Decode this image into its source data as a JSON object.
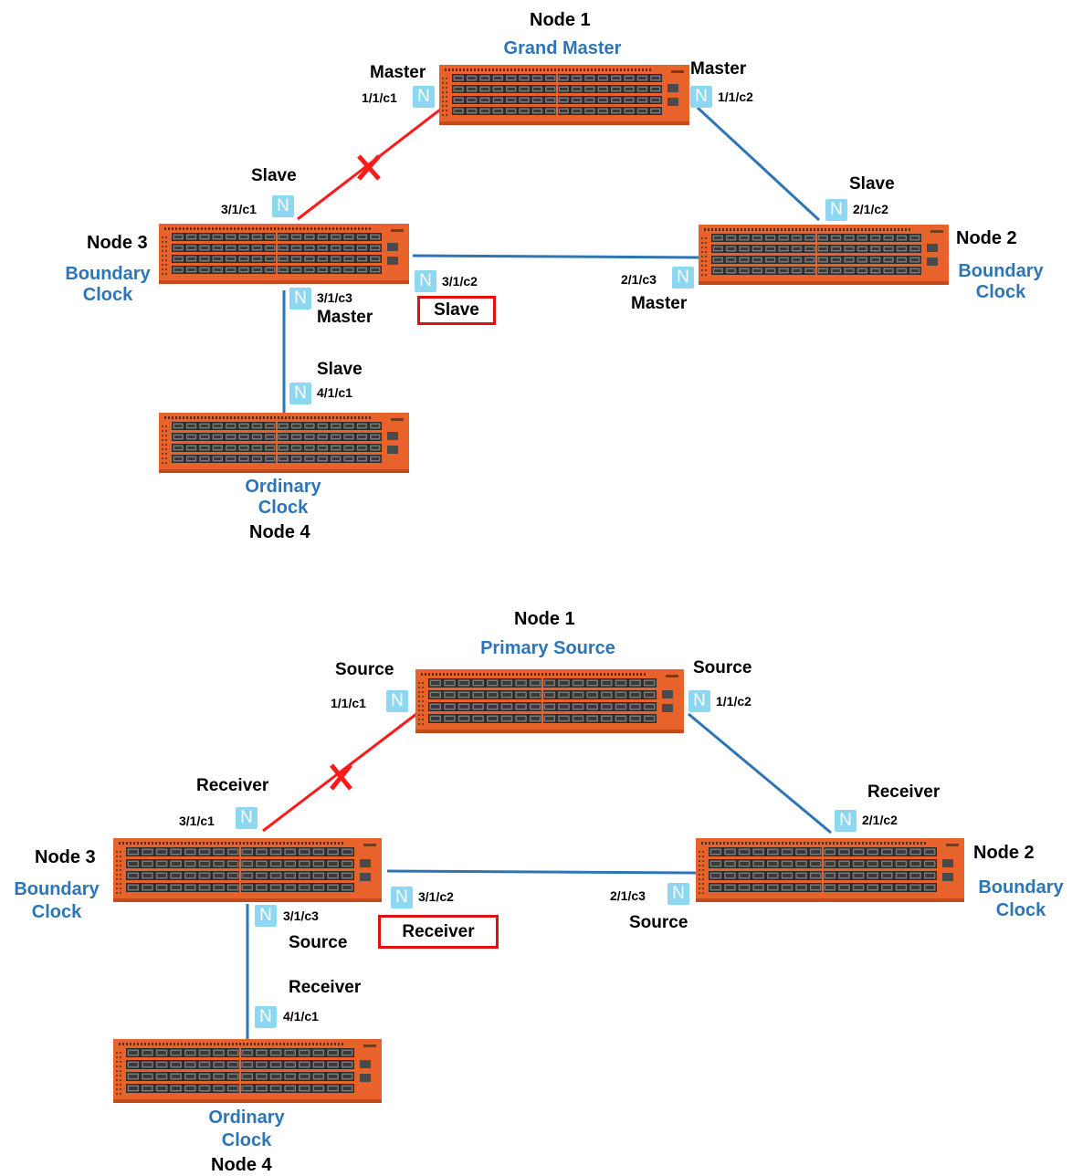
{
  "diagrams": [
    {
      "node1": {
        "name": "Node 1",
        "type": "Grand Master"
      },
      "node2": {
        "name": "Node 2",
        "type_line1": "Boundary",
        "type_line2": "Clock"
      },
      "node3": {
        "name": "Node 3",
        "type_line1": "Boundary",
        "type_line2": "Clock"
      },
      "node4": {
        "name": "Node 4",
        "type_line1": "Ordinary",
        "type_line2": "Clock"
      },
      "ports": {
        "n1_left": {
          "role": "Master",
          "port": "1/1/c1"
        },
        "n1_right": {
          "role": "Master",
          "port": "1/1/c2"
        },
        "n3_top": {
          "role": "Slave",
          "port": "3/1/c1"
        },
        "n2_top": {
          "role": "Slave",
          "port": "2/1/c2"
        },
        "n3_right": {
          "role": "Slave",
          "port": "3/1/c2"
        },
        "n2_left": {
          "role": "Master",
          "port": "2/1/c3"
        },
        "n3_bottom": {
          "role": "Master",
          "port": "3/1/c3"
        },
        "n4_top": {
          "role": "Slave",
          "port": "4/1/c1"
        }
      },
      "badge": "N"
    },
    {
      "node1": {
        "name": "Node 1",
        "type": "Primary Source"
      },
      "node2": {
        "name": "Node 2",
        "type_line1": "Boundary",
        "type_line2": "Clock"
      },
      "node3": {
        "name": "Node 3",
        "type_line1": "Boundary",
        "type_line2": "Clock"
      },
      "node4": {
        "name": "Node 4",
        "type_line1": "Ordinary",
        "type_line2": "Clock"
      },
      "ports": {
        "n1_left": {
          "role": "Source",
          "port": "1/1/c1"
        },
        "n1_right": {
          "role": "Source",
          "port": "1/1/c2"
        },
        "n3_top": {
          "role": "Receiver",
          "port": "3/1/c1"
        },
        "n2_top": {
          "role": "Receiver",
          "port": "2/1/c2"
        },
        "n3_right": {
          "role": "Receiver",
          "port": "3/1/c2"
        },
        "n2_left": {
          "role": "Source",
          "port": "2/1/c3"
        },
        "n3_bottom": {
          "role": "Source",
          "port": "3/1/c3"
        },
        "n4_top": {
          "role": "Receiver",
          "port": "4/1/c1"
        }
      },
      "badge": "N"
    }
  ],
  "colors": {
    "switch_body": "#e8622c",
    "link_active": "#2e75b6",
    "link_failed": "#ff1a1a",
    "label_blue": "#2e75b6",
    "badge": "#8ed7f0",
    "highlight_box": "#e01010"
  }
}
